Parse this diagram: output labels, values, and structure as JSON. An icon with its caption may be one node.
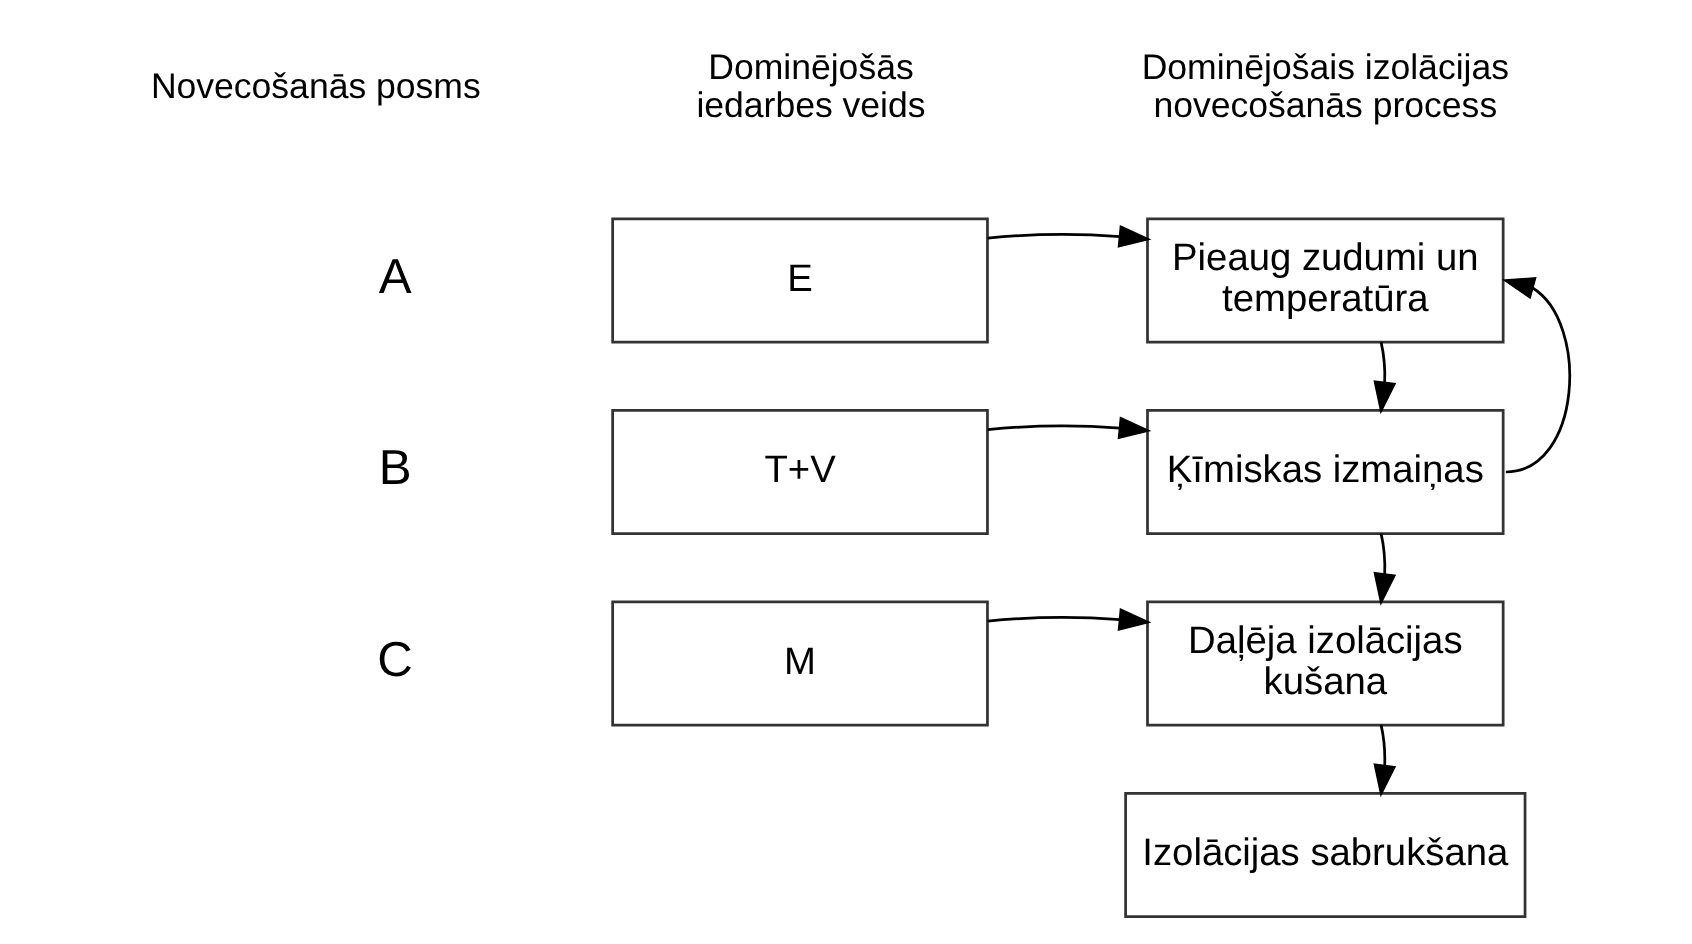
{
  "diagram": {
    "nodes": [
      {
        "text": [
          "E"
        ]
      },
      {
        "text": [
          "T+V"
        ]
      },
      {
        "text": [
          "M"
        ]
      },
      {
        "text": [
          "Pieaug zudumi un temperatūra"
        ]
      },
      {
        "text": [
          "Ķīmiskas izmaiņas"
        ]
      },
      {
        "text": [
          "Daļēja izolācijas kušana"
        ]
      },
      {
        "text": [
          "Izolācijas sabrukšana"
        ]
      }
    ],
    "edges": [
      {
        "from": 0,
        "to": 3,
        "arrow": "to"
      },
      {
        "from": 1,
        "to": 4,
        "arrow": "to"
      },
      {
        "from": 2,
        "to": 5,
        "arrow": "to"
      },
      {
        "from": 3,
        "to": 4,
        "arrow": "to"
      },
      {
        "from": 4,
        "to": 5,
        "arrow": "to"
      },
      {
        "from": 5,
        "to": 6,
        "arrow": "to"
      },
      {
        "from": 4,
        "to": 3,
        "arrow": "to"
      }
    ],
    "labels": [
      "Novecošanās posms",
      "Dominējošās iedarbes veids",
      "Dominējošais izolācijas novecošanās process",
      "A",
      "B",
      "C"
    ]
  }
}
